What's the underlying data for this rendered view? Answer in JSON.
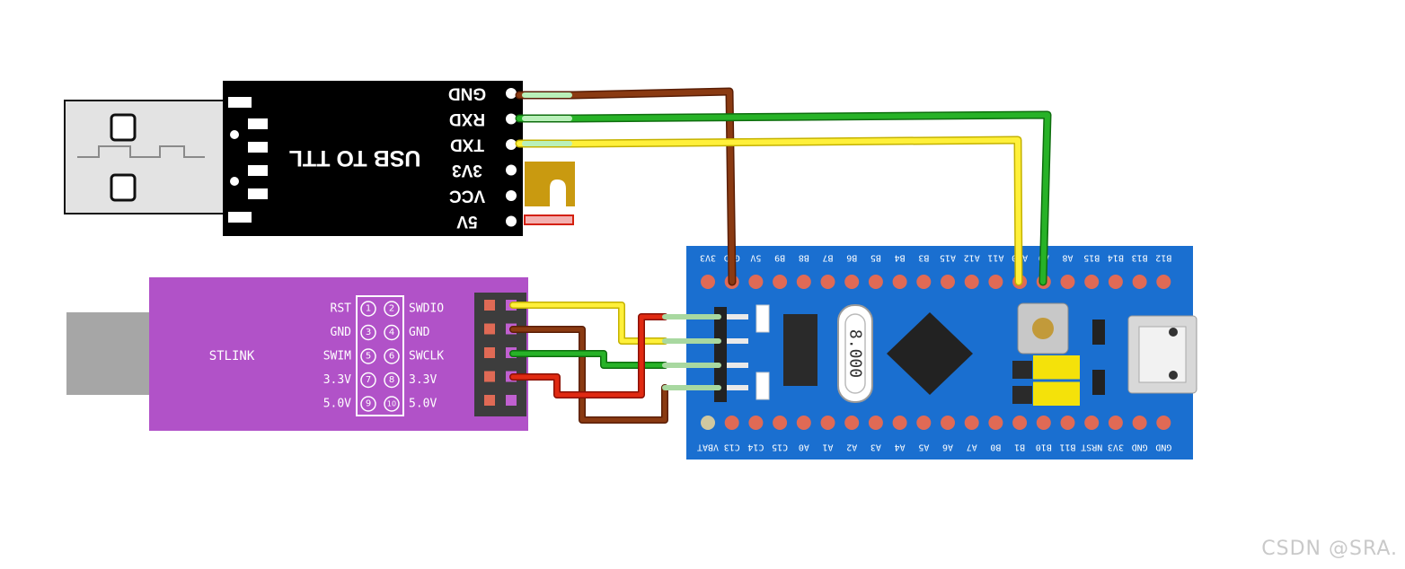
{
  "usb_ttl": {
    "title": "USB TO TTL",
    "pins": [
      "GND",
      "RXD",
      "TXD",
      "3V3",
      "VCC",
      "5V"
    ]
  },
  "stlink": {
    "title": "STLINK",
    "left_labels": [
      "RST",
      "GND",
      "SWIM",
      "3.3V",
      "5.0V"
    ],
    "right_labels": [
      "SWDIO",
      "GND",
      "SWCLK",
      "3.3V",
      "5.0V"
    ],
    "pin_numbers": [
      "1",
      "2",
      "3",
      "4",
      "5",
      "6",
      "7",
      "8",
      "9",
      "10"
    ]
  },
  "board": {
    "top_pins": [
      "3V3",
      "GND",
      "5V",
      "B9",
      "B8",
      "B7",
      "B6",
      "B5",
      "B4",
      "B3",
      "A15",
      "A12",
      "A11",
      "A10",
      "A9",
      "A8",
      "B15",
      "B14",
      "B13",
      "B12"
    ],
    "bottom_pins": [
      "VBAT",
      "C13",
      "C14",
      "C15",
      "A0",
      "A1",
      "A2",
      "A3",
      "A4",
      "A5",
      "A6",
      "A7",
      "B0",
      "B1",
      "B10",
      "B11",
      "NRST",
      "3V3",
      "GND",
      "GND"
    ],
    "crystal_label": "8.000"
  },
  "wire_colors": {
    "brown": "#7a2e0a",
    "green": "#1f9e1f",
    "yellow": "#f4e20a",
    "red": "#d4200c",
    "board_blue": "#1a6fd0",
    "stlink_purple": "#b152c8"
  },
  "watermark": "CSDN @SRA."
}
